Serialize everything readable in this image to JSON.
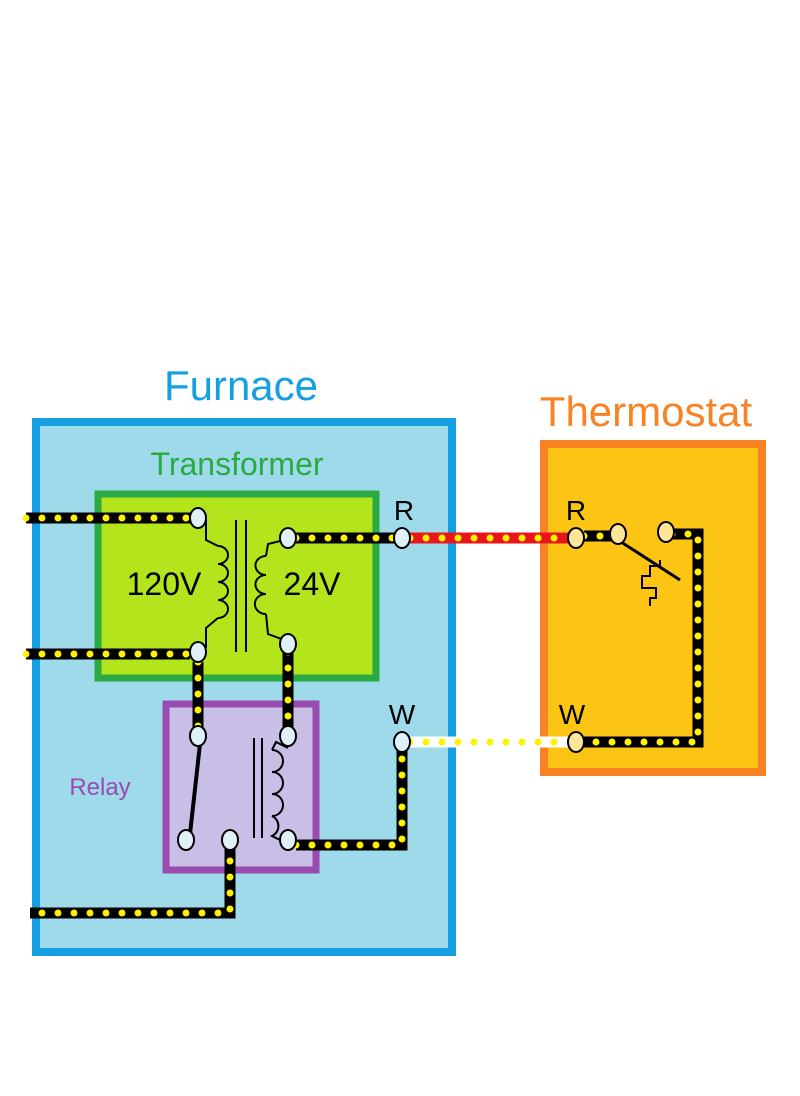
{
  "labels": {
    "furnace": "Furnace",
    "thermostat": "Thermostat",
    "transformer": "Transformer",
    "primary_voltage": "120V",
    "secondary_voltage": "24V",
    "relay": "Relay",
    "furnace_r_terminal": "R",
    "furnace_w_terminal": "W",
    "thermostat_r_terminal": "R",
    "thermostat_w_terminal": "W"
  },
  "colors": {
    "furnace_fill": "#9fdaea",
    "furnace_border": "#139fe2",
    "furnace_label": "#139fe2",
    "transformer_fill": "#b4e51c",
    "transformer_border": "#2aaa43",
    "transformer_label": "#2aaa43",
    "relay_fill": "#c8bee6",
    "relay_border": "#9a4bb0",
    "relay_label": "#9a4bb0",
    "thermostat_fill": "#fdc513",
    "thermostat_border": "#f98324",
    "thermostat_label": "#f98324",
    "wire_black": "#000000",
    "wire_red": "#e8151d",
    "wire_white": "#ffffff",
    "wire_dots": "#fff200"
  }
}
